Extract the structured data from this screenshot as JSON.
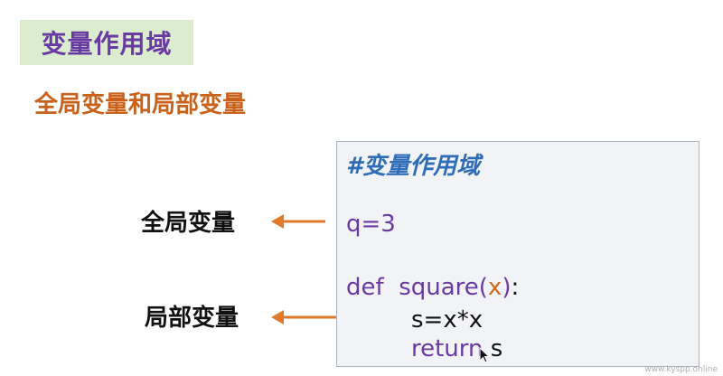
{
  "title": "变量作用域",
  "subtitle": "全局变量和局部变量",
  "labels": {
    "global": "全局变量",
    "local": "局部变量"
  },
  "code": {
    "comment": "#变量作用域",
    "line_q": "q=3",
    "def_kw": "def",
    "func_name": "square",
    "open_paren": "(",
    "param": "x",
    "close_paren": ")",
    "colon": ":",
    "line_s": "s=x*x",
    "return_kw": "return",
    "return_var": "s"
  },
  "watermark": "www.kyspp.online",
  "colors": {
    "title_bg": "#dceccf",
    "title_text": "#6a3aa4",
    "subtitle_text": "#c9611a",
    "arrow": "#e07a2a",
    "code_bg": "#f1f3f6",
    "comment": "#2f6db8",
    "keyword": "#6a3aa4",
    "param": "#d2691e"
  }
}
